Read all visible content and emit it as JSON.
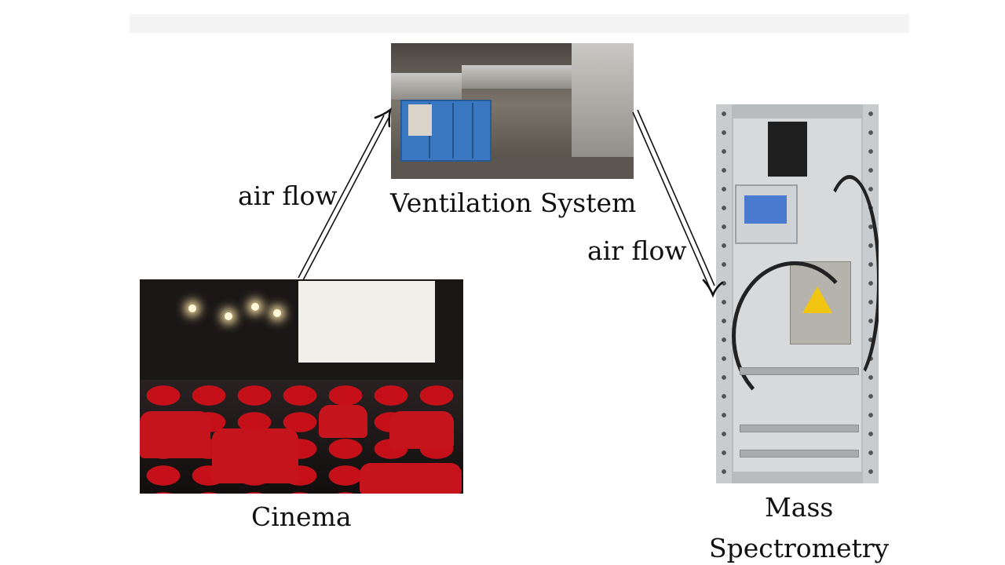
{
  "labels": {
    "ventilation": "Ventilation System",
    "cinema": "Cinema",
    "mass_line1": "Mass",
    "mass_line2": "Spectrometry",
    "airflow_left": "air flow",
    "airflow_right": "air flow"
  },
  "images": {
    "ventilation": "ventilation-system-photo",
    "cinema": "cinema-hall-photo",
    "mass_spectrometry": "mass-spectrometer-rack-photo"
  }
}
